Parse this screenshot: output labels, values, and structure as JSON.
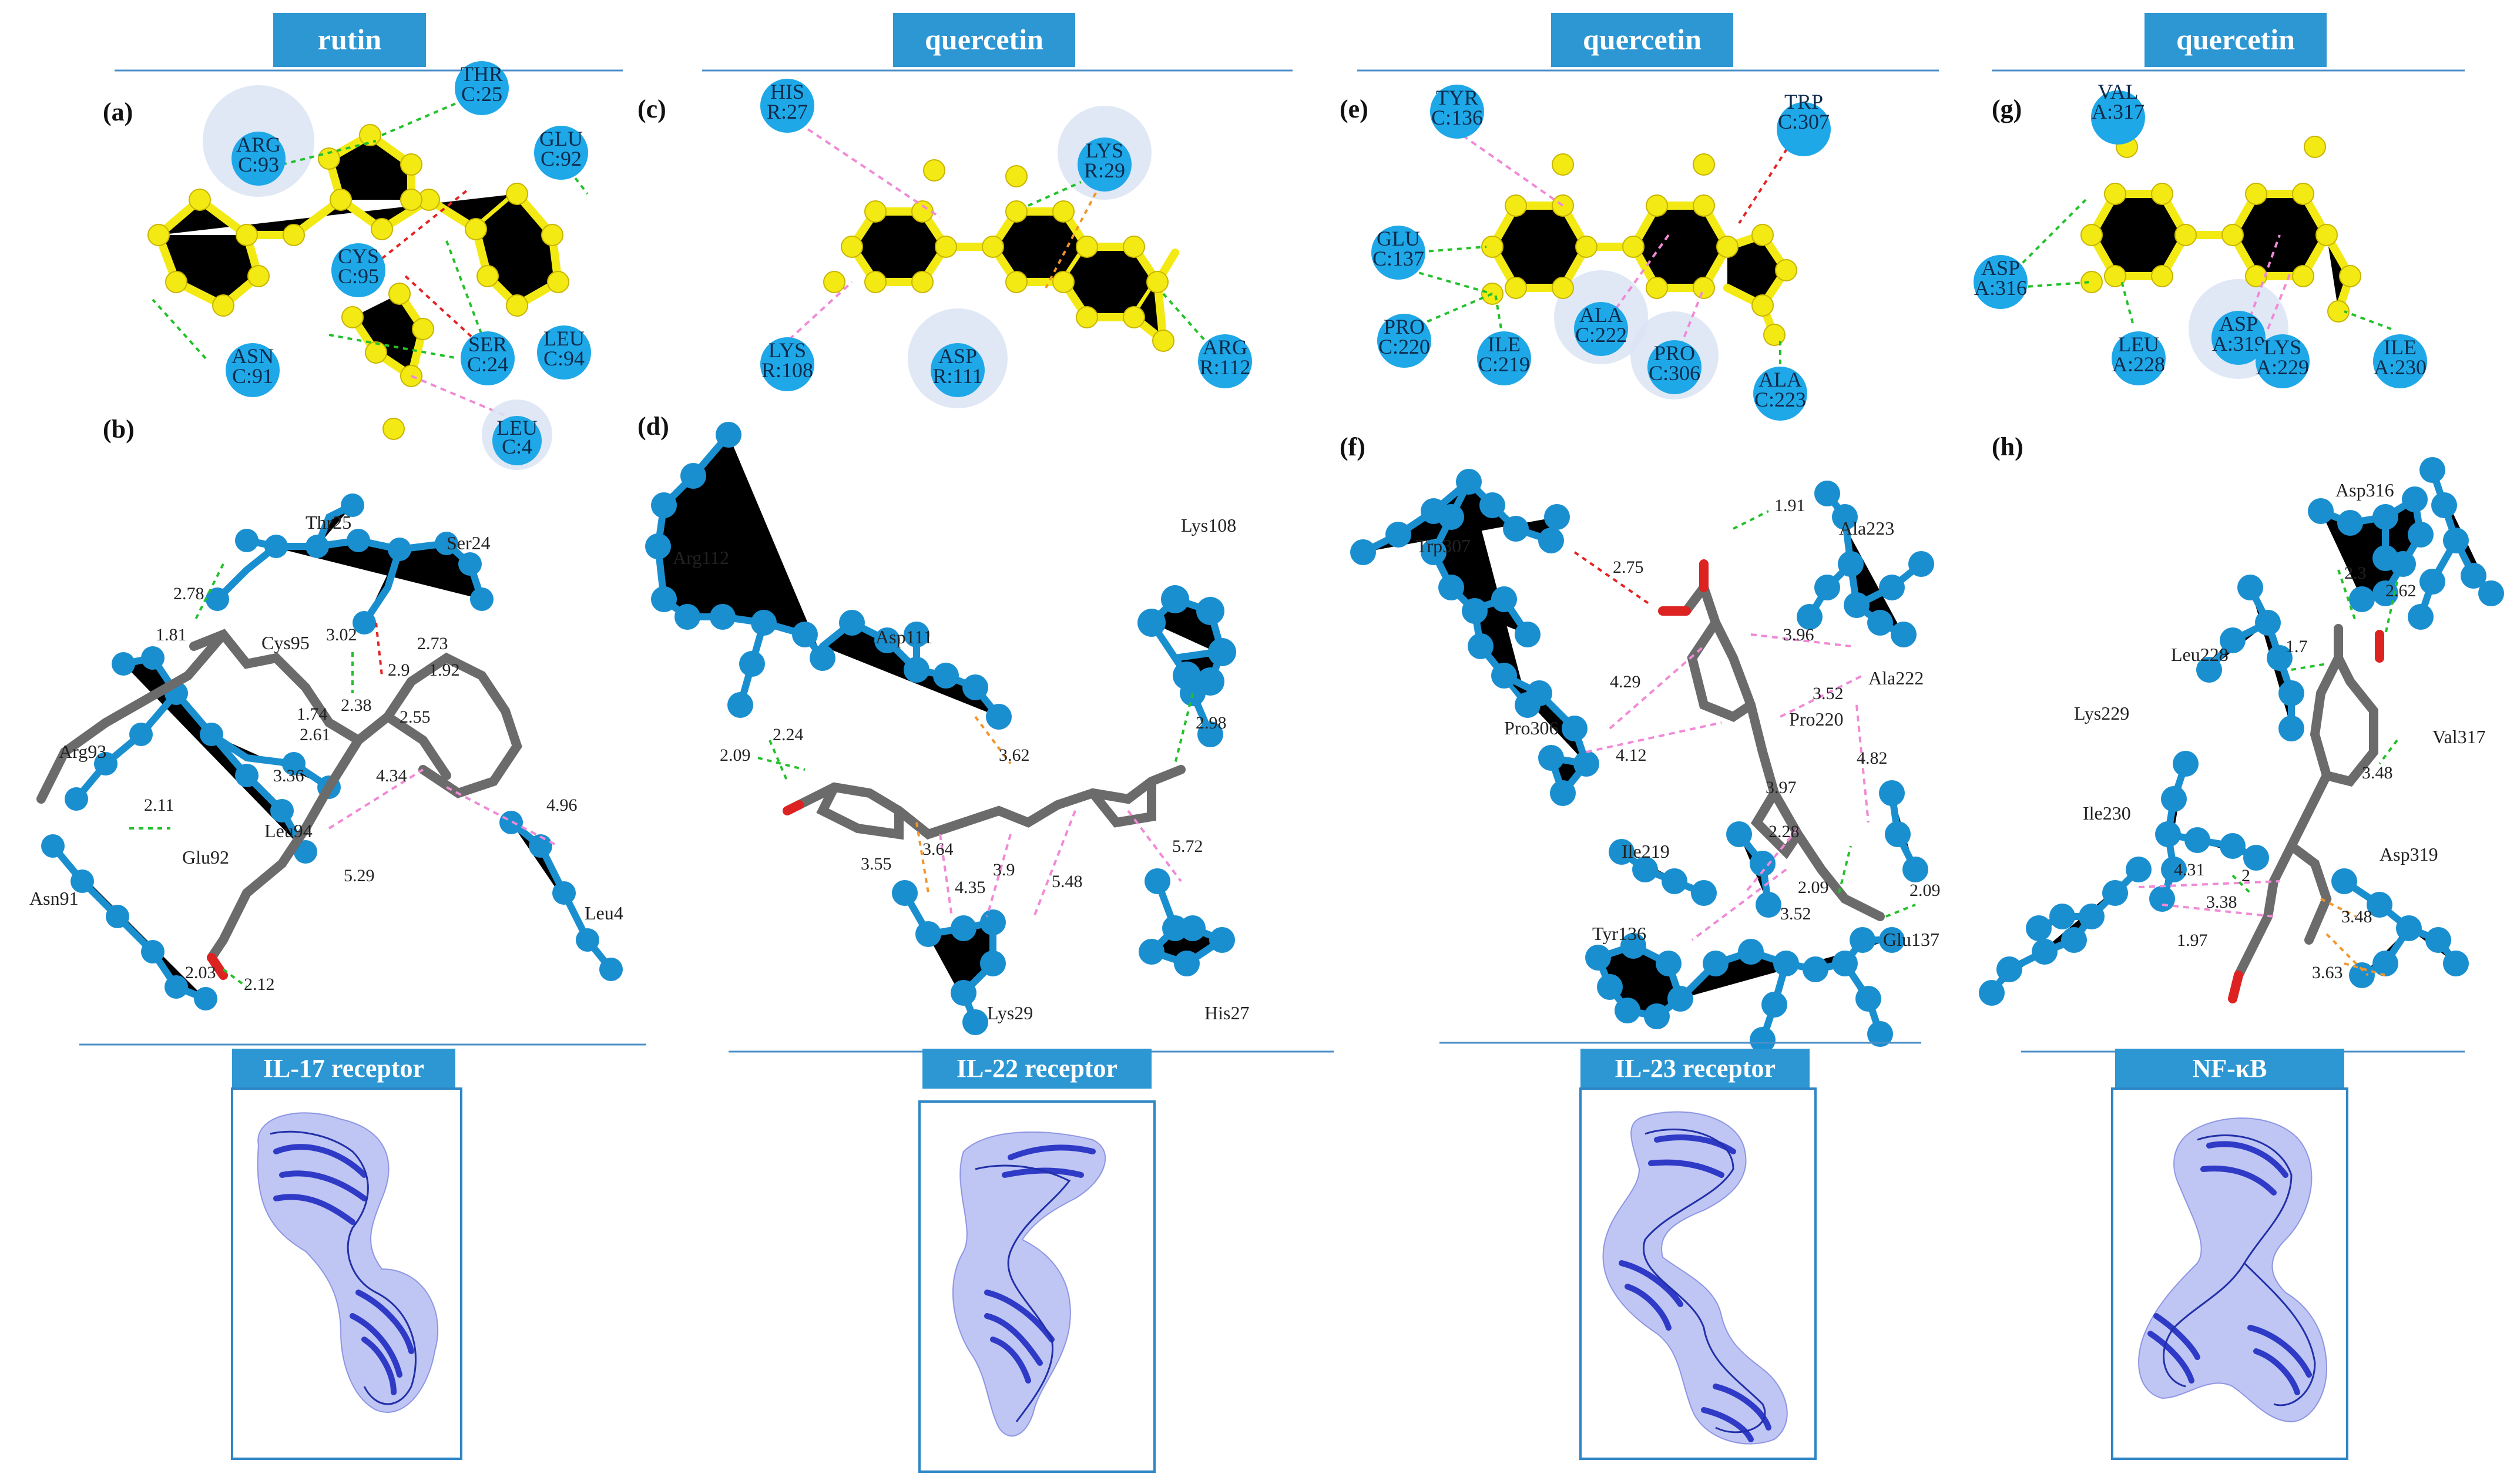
{
  "columns": [
    {
      "title": "rutin",
      "label_2d": "(a)",
      "label_3d": "(b)",
      "residues_2d": [
        "ARG C:93",
        "THR C:25",
        "GLU C:92",
        "CYS C:95",
        "ASN C:91",
        "SER C:24",
        "LEU C:94",
        "LEU C:4"
      ],
      "residues_3d": [
        "Thr25",
        "Ser24",
        "Cys95",
        "Arg93",
        "Leu94",
        "Glu92",
        "Asn91",
        "Leu4"
      ],
      "distances": [
        "2.78",
        "1.81",
        "3.02",
        "2.73",
        "2.9",
        "1.92",
        "1.74",
        "2.38",
        "2.61",
        "2.55",
        "3.36",
        "4.34",
        "2.11",
        "5.29",
        "4.96",
        "2.03",
        "2.12"
      ],
      "protein": "IL-17 receptor"
    },
    {
      "title": "quercetin",
      "label_2d": "(c)",
      "label_3d": "(d)",
      "residues_2d": [
        "HIS R:27",
        "LYS R:29",
        "LYS R:108",
        "ASP R:111",
        "ARG R:112"
      ],
      "residues_3d": [
        "Arg112",
        "Asp111",
        "Lys108",
        "Lys29",
        "His27"
      ],
      "distances": [
        "2.09",
        "2.24",
        "3.62",
        "2.98",
        "3.55",
        "3.64",
        "4.35",
        "3.9",
        "5.48",
        "5.72"
      ],
      "protein": "IL-22 receptor"
    },
    {
      "title": "quercetin",
      "label_2d": "(e)",
      "label_3d": "(f)",
      "residues_2d": [
        "TYR C:136",
        "TRP C:307",
        "GLU C:137",
        "PRO C:220",
        "ILE C:219",
        "ALA C:222",
        "PRO C:306",
        "ALA C:223"
      ],
      "residues_3d": [
        "Trp307",
        "Ala223",
        "Ala222",
        "Pro306",
        "Pro220",
        "Ile219",
        "Tyr136",
        "Glu137"
      ],
      "distances": [
        "1.91",
        "2.75",
        "3.96",
        "4.29",
        "3.52",
        "4.12",
        "4.82",
        "3.97",
        "2.28",
        "2.09",
        "3.52",
        "2.09"
      ],
      "protein": "IL-23 receptor"
    },
    {
      "title": "quercetin",
      "label_2d": "(g)",
      "label_3d": "(h)",
      "residues_2d": [
        "VAL A:317",
        "ASP A:316",
        "ASP A:319",
        "LEU A:228",
        "LYS A:229",
        "ILE A:230"
      ],
      "residues_3d": [
        "Asp316",
        "Leu228",
        "Lys229",
        "Val317",
        "Ile230",
        "Asp319"
      ],
      "distances": [
        "2.3",
        "2.62",
        "1.7",
        "3.48",
        "4.31",
        "2",
        "3.38",
        "1.97",
        "3.48",
        "3.63"
      ],
      "protein": "NF-κB"
    }
  ]
}
